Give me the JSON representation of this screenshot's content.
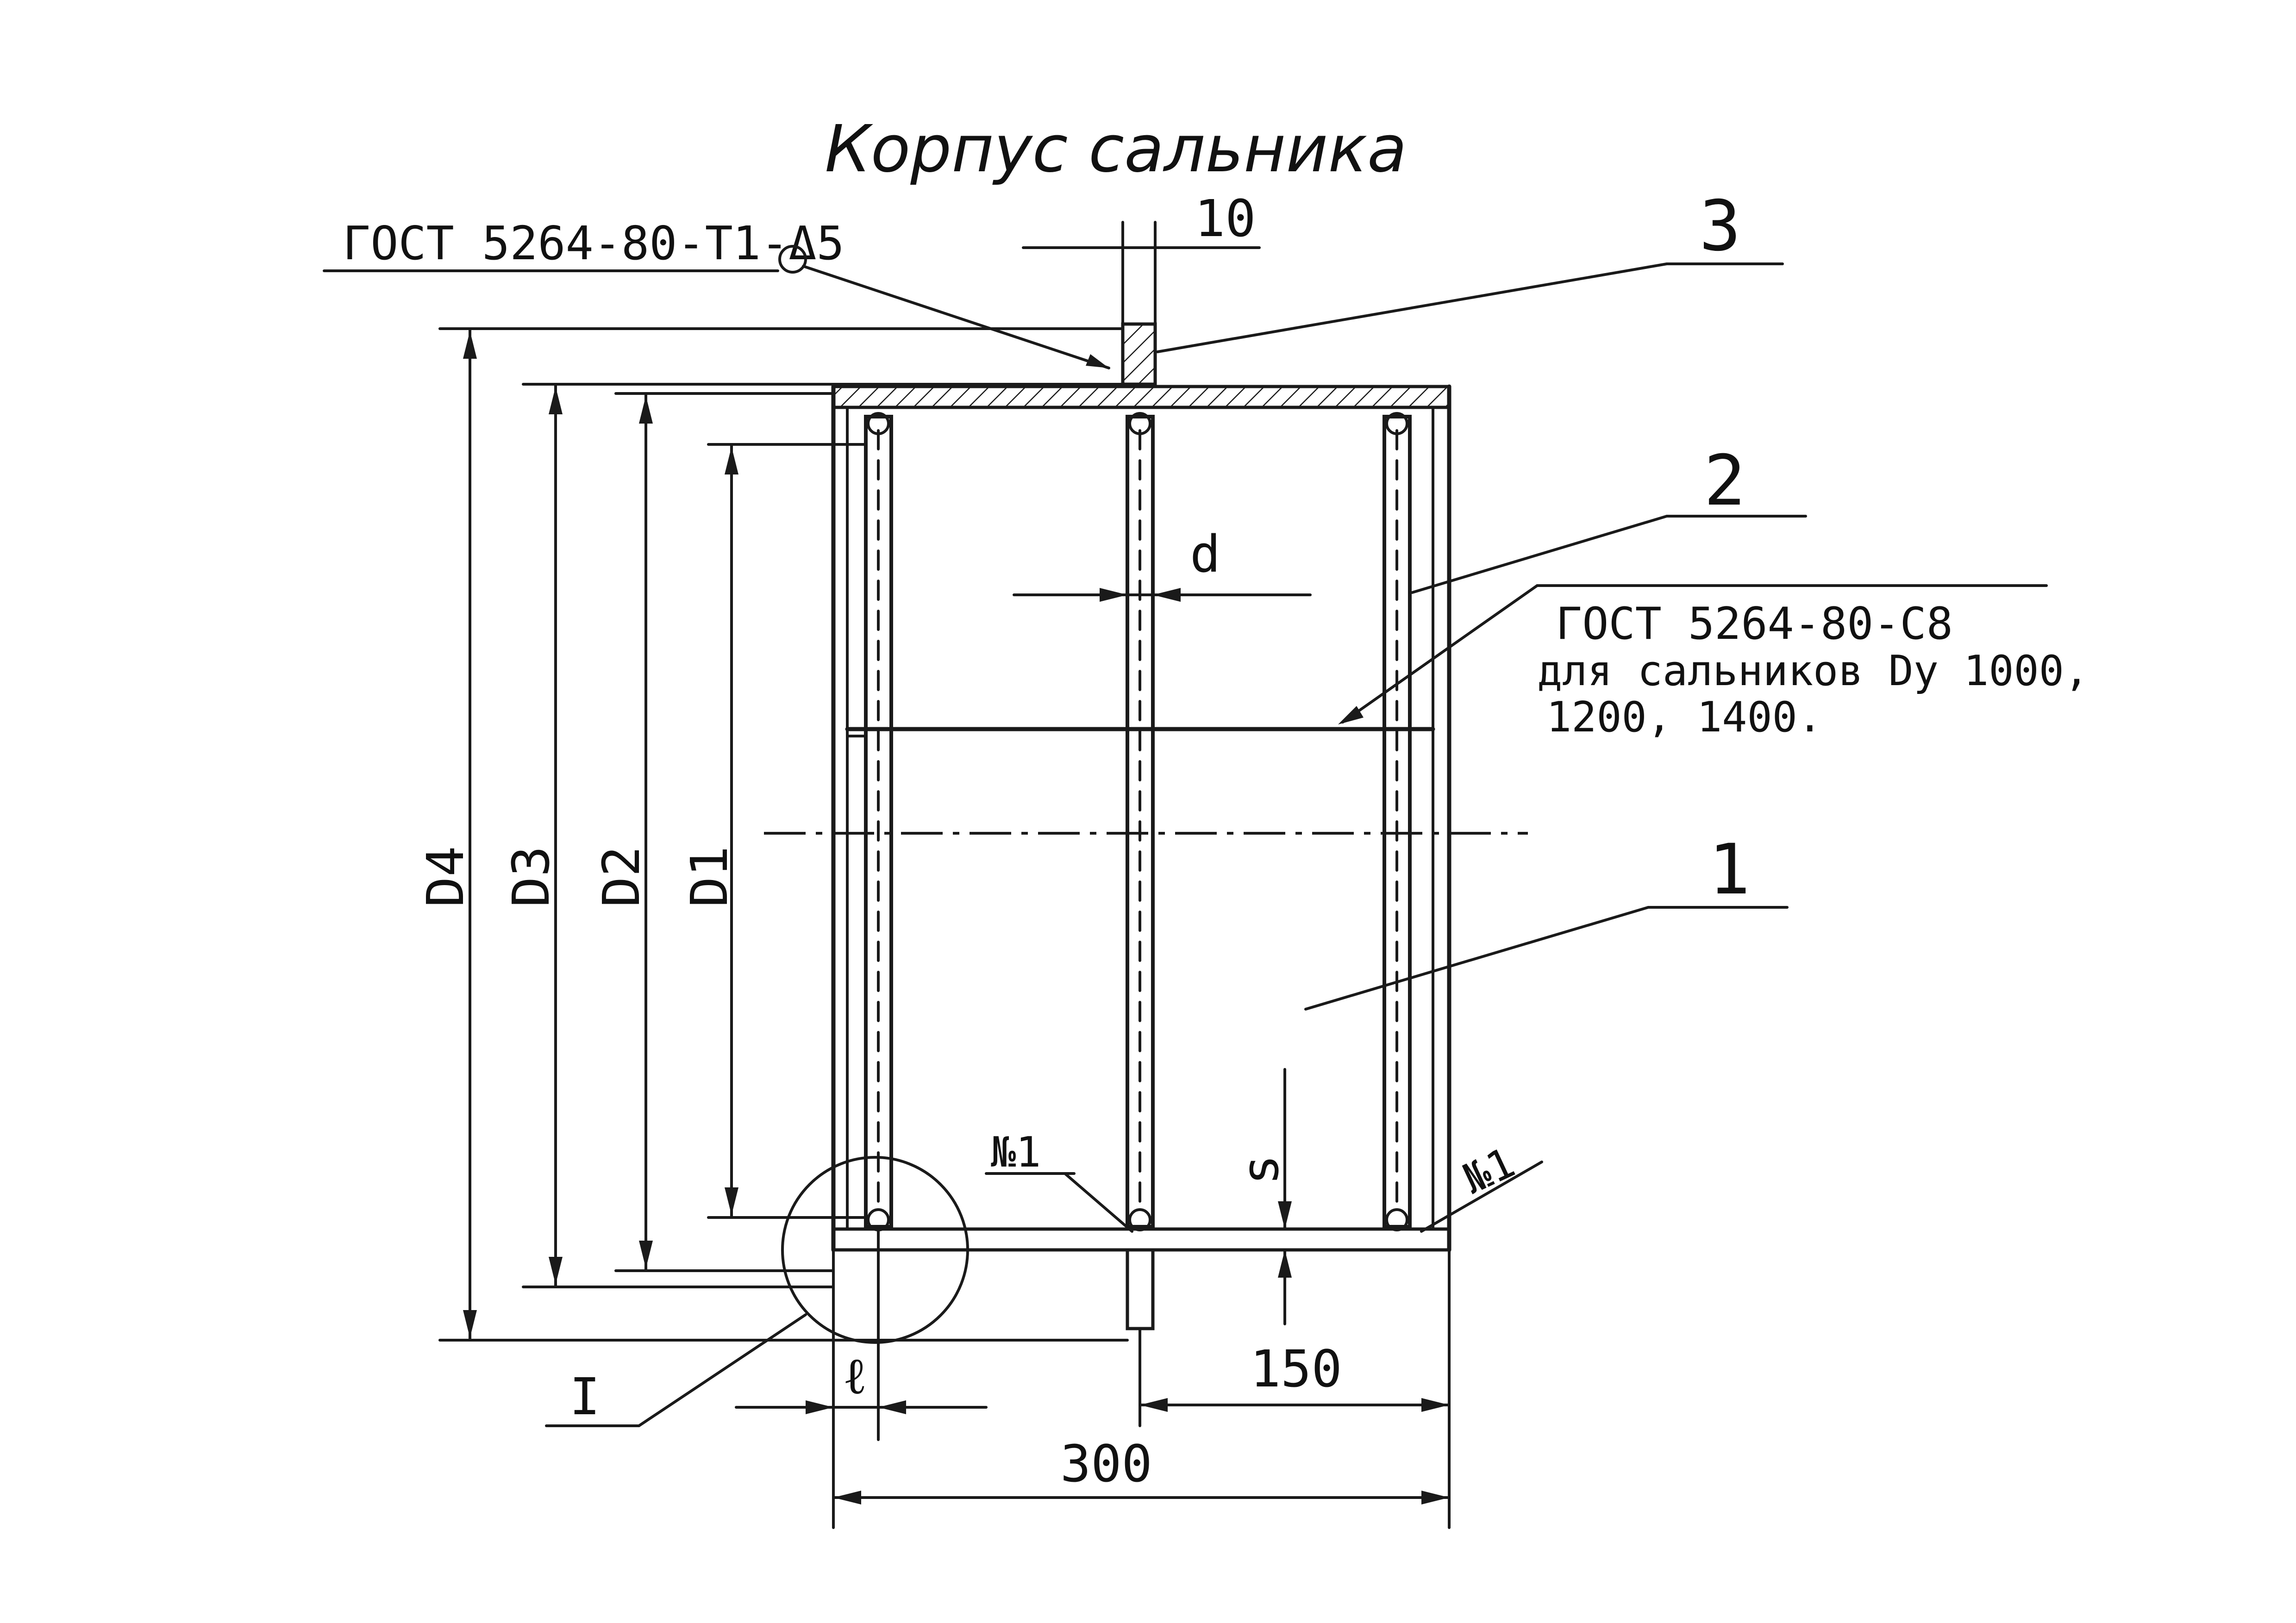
{
  "title": "Корпус сальника",
  "weld_note_top": "ГОСТ 5264-80-Т1-Δ5",
  "weld_note_right": {
    "line1": "ГОСТ 5264-80-С8",
    "line2": "для сальников Dy 1000,",
    "line3": "1200, 1400."
  },
  "callouts": {
    "part1": "1",
    "part2": "2",
    "part3": "3",
    "detail": "I"
  },
  "dimensions": {
    "d4": "D4",
    "d3": "D3",
    "d2": "D2",
    "d1": "D1",
    "d": "d",
    "s": "s",
    "ell": "ℓ",
    "top_width": "10",
    "half_width": "150",
    "total_width": "300"
  },
  "weld_marks": {
    "left": "№1",
    "right": "№1"
  }
}
